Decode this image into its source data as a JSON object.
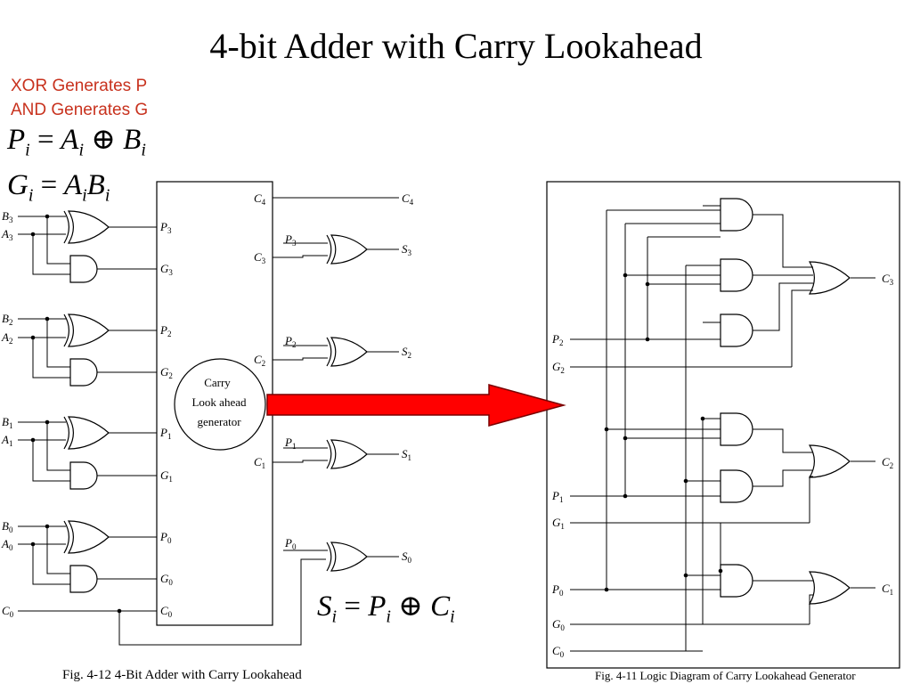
{
  "slide": {
    "title": "4-bit Adder with Carry Lookahead",
    "notes": [
      "XOR Generates P",
      "AND Generates G"
    ],
    "equations": {
      "p": {
        "lhs": "P",
        "lhs_sub": "i",
        "rel": "=",
        "a": "A",
        "a_sub": "i",
        "op": "⊕",
        "b": "B",
        "b_sub": "i"
      },
      "g": {
        "lhs": "G",
        "lhs_sub": "i",
        "rel": "=",
        "a": "A",
        "a_sub": "i",
        "b": "B",
        "b_sub": "i"
      },
      "s": {
        "lhs": "S",
        "lhs_sub": "i",
        "rel": "=",
        "a": "P",
        "a_sub": "i",
        "op": "⊕",
        "b": "C",
        "b_sub": "i"
      }
    },
    "captions": {
      "left": "Fig. 4-12  4-Bit Adder with Carry Lookahead",
      "right": "Fig. 4-11  Logic Diagram of Carry Lookahead Generator"
    },
    "generator": {
      "line1": "Carry",
      "line2": "Look ahead",
      "line3": "generator"
    }
  },
  "signals": {
    "B": "B",
    "A": "A",
    "P": "P",
    "G": "G",
    "C": "C",
    "S": "S",
    "subs": [
      "0",
      "1",
      "2",
      "3",
      "4"
    ]
  },
  "colors": {
    "arrow": "#ff0000",
    "arrow_outline": "#7a0000",
    "note": "#c8321e"
  }
}
